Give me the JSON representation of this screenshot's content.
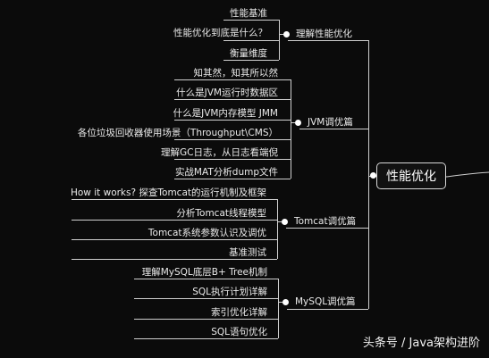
{
  "root": {
    "label": "性能优化"
  },
  "branches": [
    {
      "label": "理解性能优化",
      "children": [
        "性能基准",
        "性能优化到底是什么？",
        "衡量维度"
      ]
    },
    {
      "label": "JVM调优篇",
      "children": [
        "知其然，知其所以然",
        "什么是JVM运行时数据区",
        "什么是JVM内存模型 JMM",
        "各位垃圾回收器使用场景（Throughput\\CMS）",
        "理解GC日志，从日志看端倪",
        "实战MAT分析dump文件"
      ]
    },
    {
      "label": "Tomcat调优篇",
      "children": [
        "How it works? 探查Tomcat的运行机制及框架",
        "分析Tomcat线程模型",
        "Tomcat系统参数认识及调优",
        "基准测试"
      ]
    },
    {
      "label": "MySQL调优篇",
      "children": [
        "理解MySQL底层B+ Tree机制",
        "SQL执行计划详解",
        "索引优化详解",
        "SQL语句优化"
      ]
    }
  ],
  "watermark": "头条号 / Java架构进阶",
  "colors": {
    "background": "#0b0b0b",
    "line": "#d0d0d0",
    "text": "#eaeaea"
  }
}
